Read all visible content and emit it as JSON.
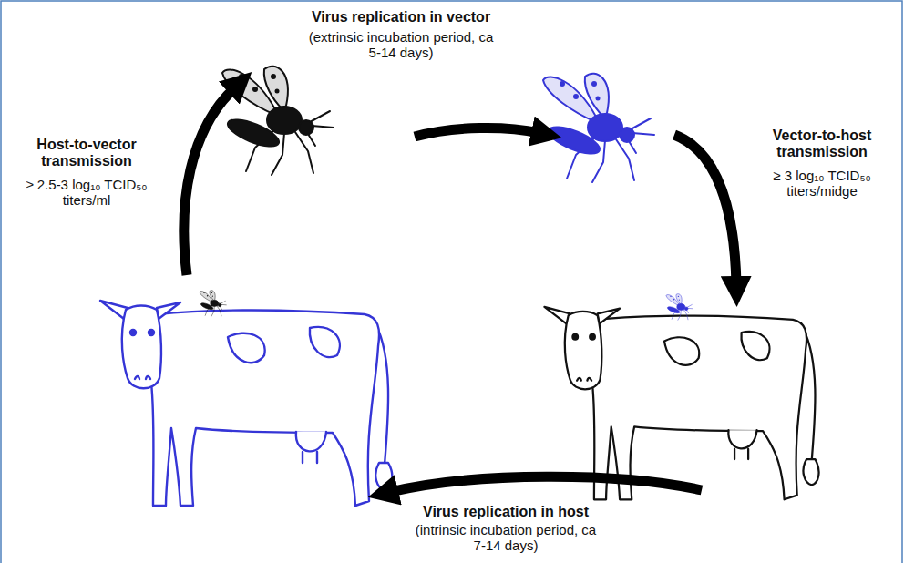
{
  "diagram": {
    "labels": [
      "Virus replication in vector",
      "(extrinsic incubation period, ca 5-14 days)",
      "Vector-to-host transmission",
      "≥ 3 log₁₀ TCID₅₀ titers/midge",
      "Virus replication in host",
      "(intrinsic incubation period, ca 7-14 days)",
      "Host-to-vector transmission",
      "≥ 2.5-3 log₁₀ TCID₅₀ titers/ml"
    ]
  }
}
